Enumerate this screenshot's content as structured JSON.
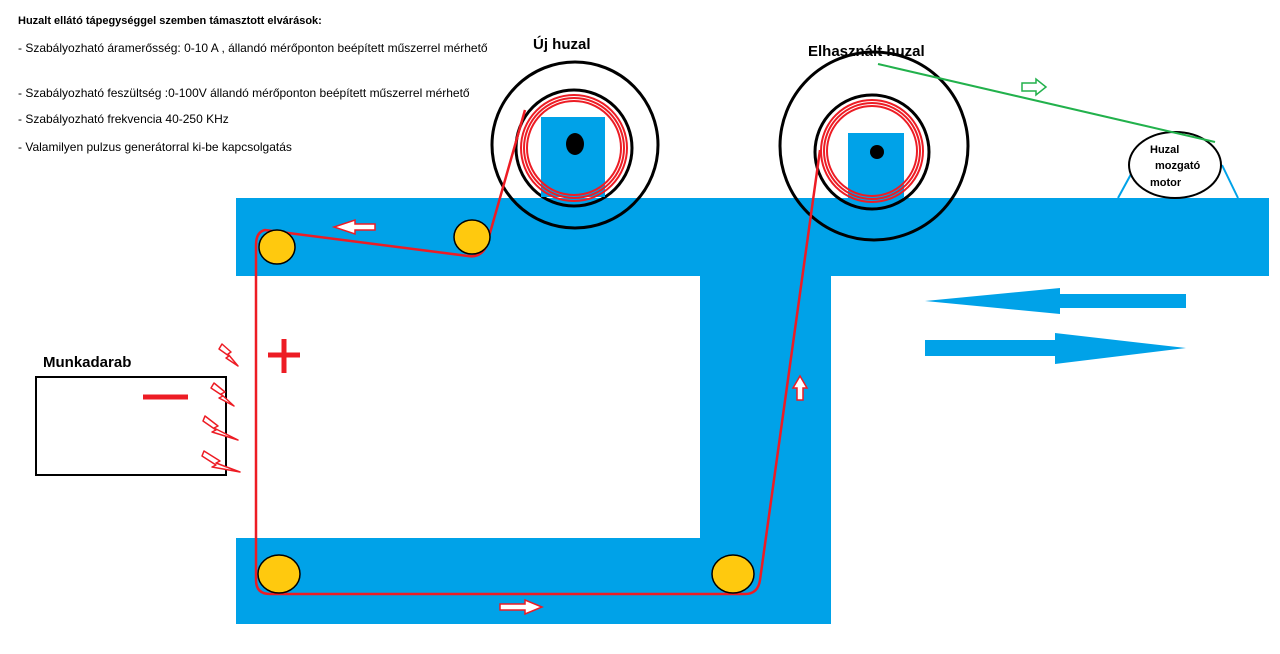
{
  "requirements": {
    "title": "Huzalt ellátó tápegységgel szemben támasztott elvárások:",
    "items": [
      "- Szabályozható áramerősség:   0-10 A , állandó mérőponton beépített műszerrel mérhető",
      "- Szabályozható feszültség :0-100V állandó mérőponton beépített műszerrel mérhető",
      "- Szabályozható frekvencia  40-250 KHz",
      "- Valamilyen pulzus generátorral ki-be kapcsolgatás"
    ]
  },
  "labels": {
    "new_wire": "Új huzal",
    "used_wire": "Elhasznált huzal",
    "workpiece": "Munkadarab",
    "motor_line1": "Huzal",
    "motor_line2": "mozgató",
    "motor_line3": "motor",
    "plus": "+",
    "minus": "−"
  },
  "colors": {
    "frame": "#00A2E8",
    "wire": "#ED1C24",
    "pulley": "#FFC90E",
    "belt": "#22B14C",
    "outline": "#000000"
  }
}
